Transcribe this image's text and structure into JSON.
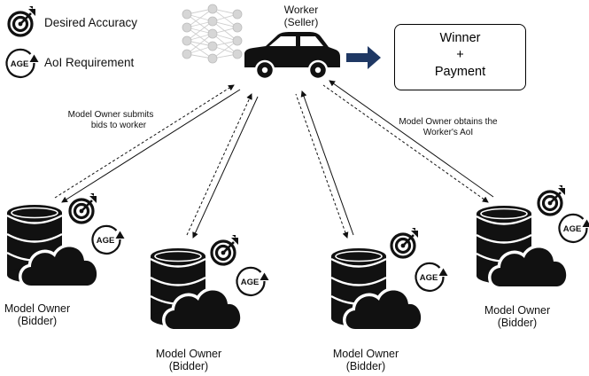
{
  "legend": {
    "accuracy_label": "Desired Accuracy",
    "aoi_label": "AoI Requirement",
    "age_text": "AGE"
  },
  "worker": {
    "line1": "Worker",
    "line2": "(Seller)"
  },
  "winner_box": {
    "line1": "Winner",
    "line2": "+",
    "line3": "Payment"
  },
  "annotations": {
    "submit_line1": "Model Owner submits",
    "submit_line2": "bids to worker",
    "obtain_line1": "Model Owner obtains the",
    "obtain_line2": "Worker's AoI"
  },
  "bidders": [
    {
      "line1": "Model Owner",
      "line2": "(Bidder)"
    },
    {
      "line1": "Model Owner",
      "line2": "(Bidder)"
    },
    {
      "line1": "Model Owner",
      "line2": "(Bidder)"
    },
    {
      "line1": "Model Owner",
      "line2": "(Bidder)"
    }
  ],
  "colors": {
    "arrow_navy": "#1f3864",
    "icon_black": "#111111",
    "network_gray": "#cfcfcf"
  }
}
